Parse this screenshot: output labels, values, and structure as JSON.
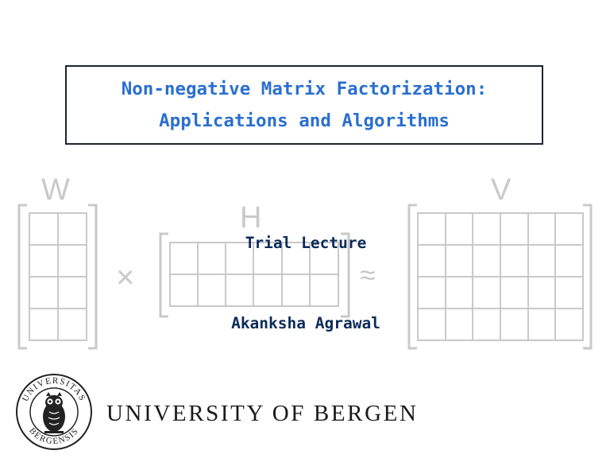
{
  "title": {
    "line1": "Non-negative Matrix Factorization:",
    "line2": "Applications and Algorithms"
  },
  "graphic": {
    "w_label": "W",
    "h_label": "H",
    "v_label": "V",
    "times_symbol": "×",
    "approx_symbol": "≈"
  },
  "lecture": "Trial Lecture",
  "author": "Akanksha Agrawal",
  "footer": {
    "university": "UNIVERSITY OF BERGEN",
    "seal_text_top": "UNIVERSITAS",
    "seal_text_bottom": "BERGENSIS",
    "logo_icon": "university-seal-icon"
  },
  "colors": {
    "title_blue": "#2a6fd0",
    "subtitle_navy": "#0d2b5a",
    "graphic_gray": "#c9c9c9"
  }
}
